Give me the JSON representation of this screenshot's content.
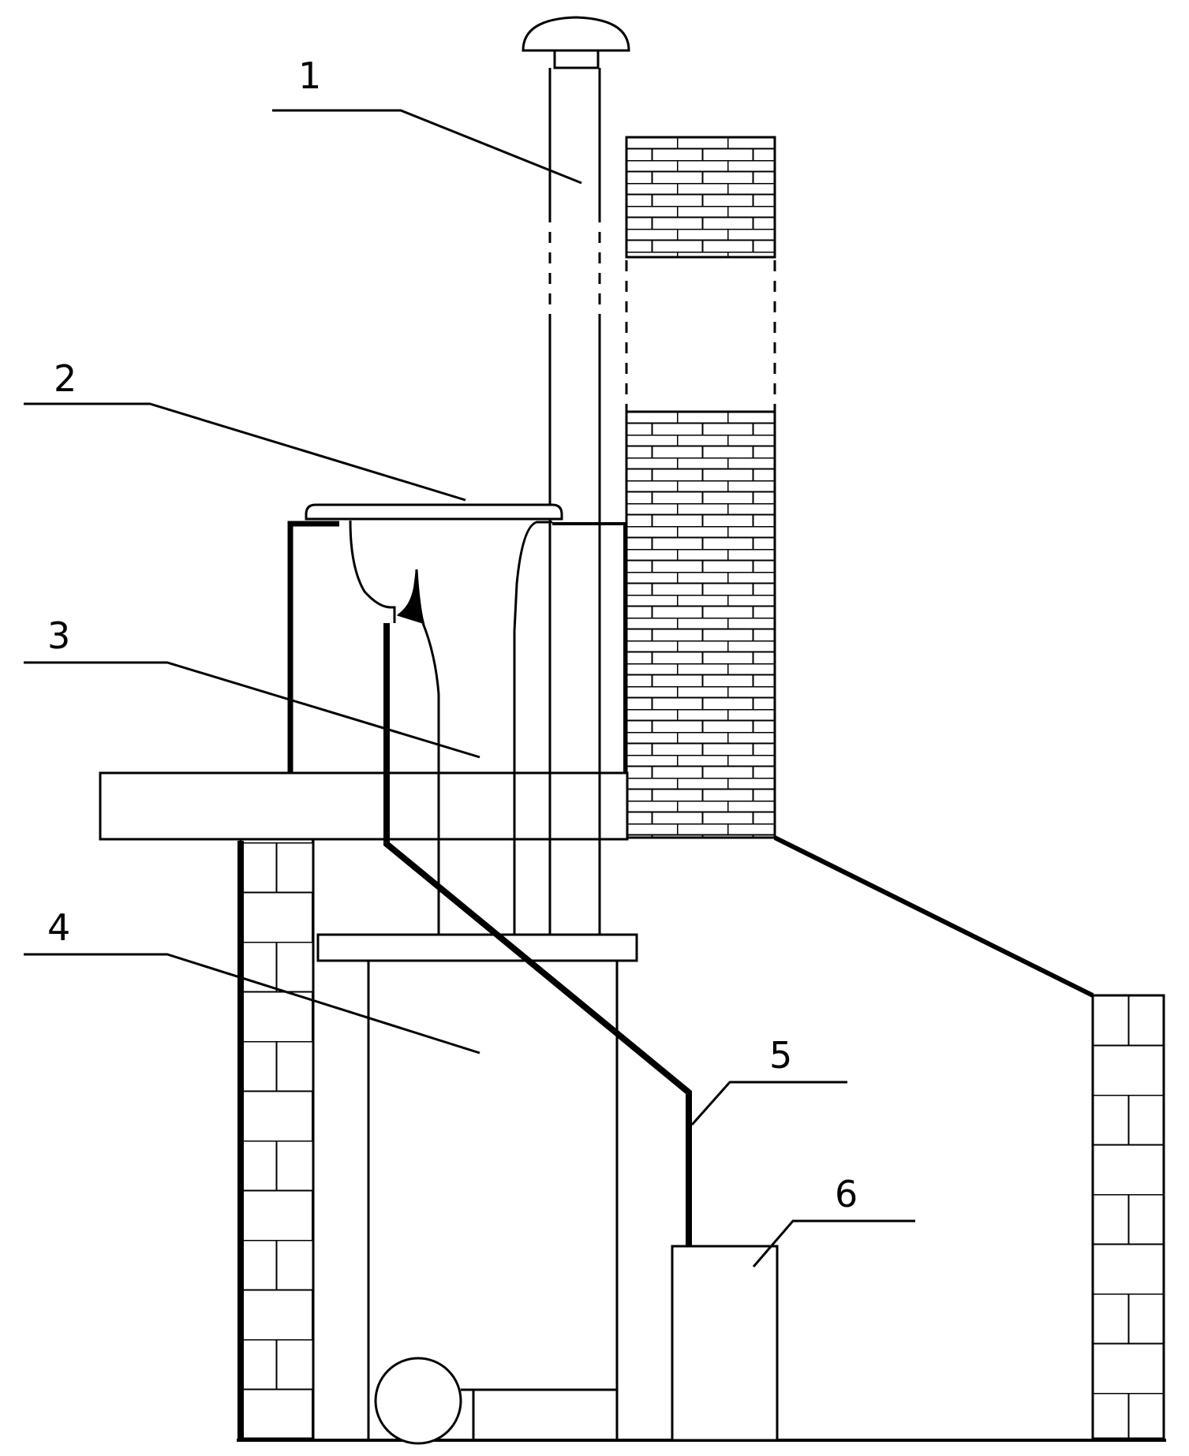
{
  "colors": {
    "line": "#000000",
    "background": "#ffffff"
  },
  "labels": [
    {
      "id": "1",
      "text": "1"
    },
    {
      "id": "2",
      "text": "2"
    },
    {
      "id": "3",
      "text": "3"
    },
    {
      "id": "4",
      "text": "4"
    },
    {
      "id": "5",
      "text": "5"
    },
    {
      "id": "6",
      "text": "6"
    }
  ]
}
